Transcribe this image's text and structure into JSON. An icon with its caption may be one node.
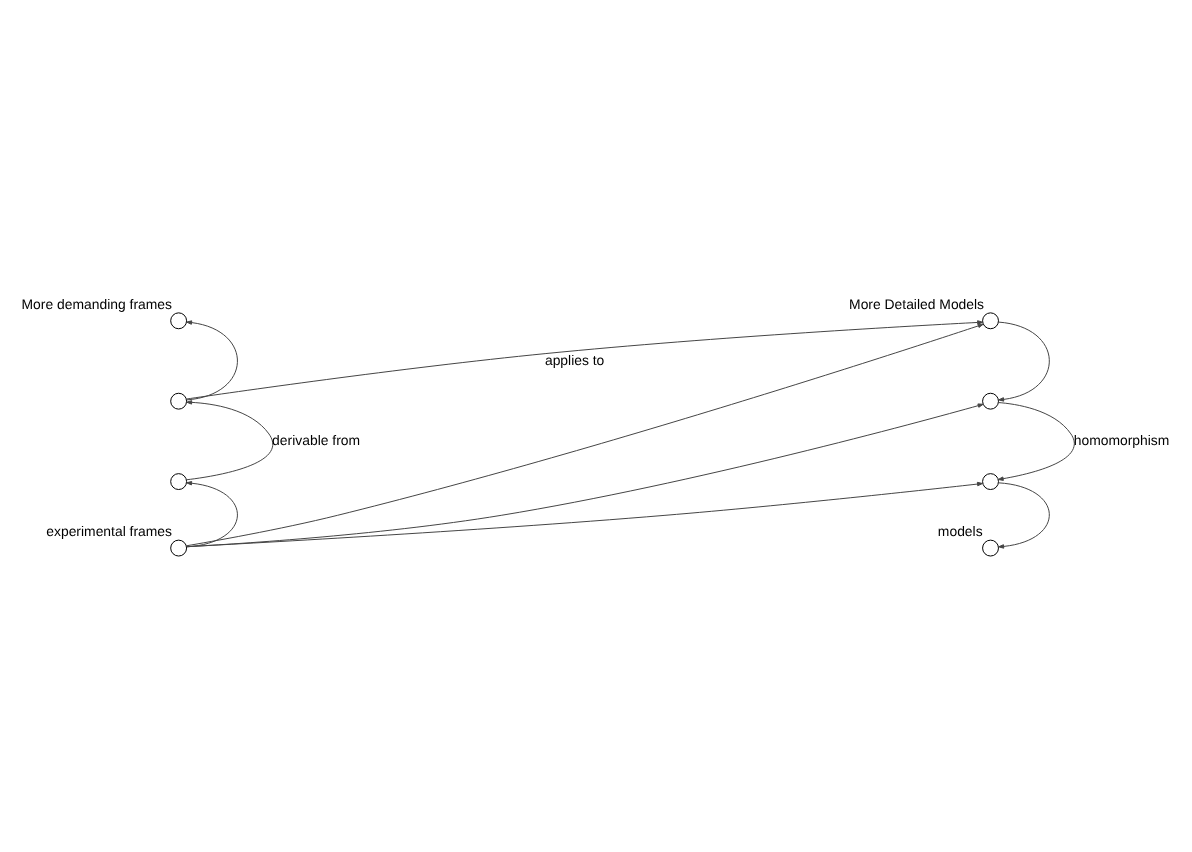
{
  "diagram": {
    "nodes": [
      {
        "text": [],
        "shape": "circle",
        "beside": [
          "More demanding frames"
        ]
      },
      {
        "text": [],
        "shape": "circle"
      },
      {
        "text": [],
        "shape": "circle"
      },
      {
        "text": [],
        "shape": "circle",
        "beside": [
          "experimental frames"
        ]
      },
      {
        "text": [],
        "shape": "circle",
        "beside": [
          "More Detailed Models"
        ]
      },
      {
        "text": [],
        "shape": "circle"
      },
      {
        "text": [],
        "shape": "circle"
      },
      {
        "text": [],
        "shape": "circle",
        "beside": [
          "models"
        ]
      }
    ],
    "edges": [
      {
        "from": 3,
        "to": 2,
        "arrow": "to"
      },
      {
        "from": 2,
        "to": 1,
        "arrow": "to",
        "label": "derivable from"
      },
      {
        "from": 1,
        "to": 0,
        "arrow": "to"
      },
      {
        "from": 1,
        "to": 4,
        "arrow": "to",
        "label": "applies to"
      },
      {
        "from": 4,
        "to": 5,
        "arrow": "to"
      },
      {
        "from": 5,
        "to": 6,
        "arrow": "to",
        "label": "homomorphism"
      },
      {
        "from": 6,
        "to": 7,
        "arrow": "to"
      },
      {
        "from": 3,
        "to": 4,
        "arrow": "to"
      },
      {
        "from": 3,
        "to": 5,
        "arrow": "to"
      },
      {
        "from": 3,
        "to": 6,
        "arrow": "to"
      }
    ]
  }
}
